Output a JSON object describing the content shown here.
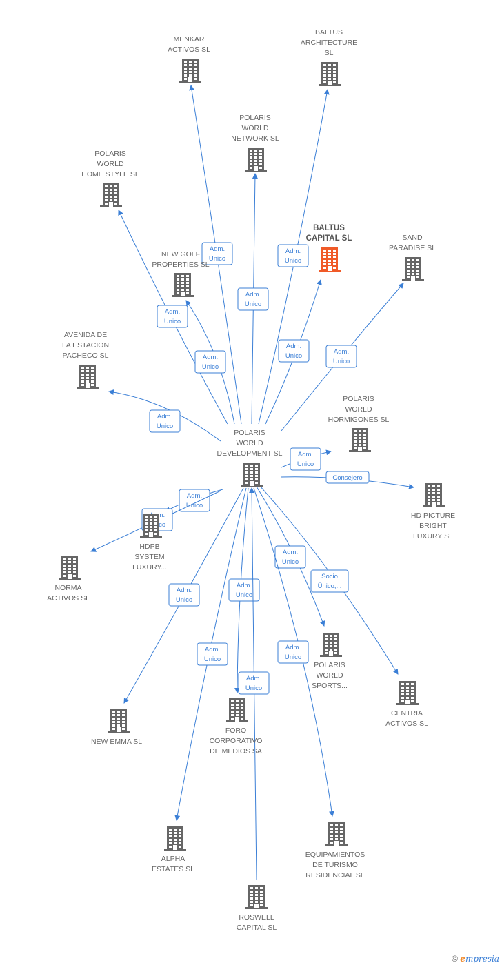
{
  "colors": {
    "accent": "#3b7fd6",
    "node": "#666666",
    "highlight": "#f05a28"
  },
  "nodes": [
    {
      "id": "center",
      "label": [
        "POLARIS",
        "WORLD",
        "DEVELOPMENT SL"
      ],
      "icon": "building-icon"
    },
    {
      "id": "menkar",
      "label": [
        "MENKAR",
        "ACTIVOS  SL"
      ],
      "icon": "building-icon"
    },
    {
      "id": "baltus_arch",
      "label": [
        "BALTUS",
        "ARCHITECTURE",
        "SL"
      ],
      "icon": "building-icon"
    },
    {
      "id": "pw_network",
      "label": [
        "POLARIS",
        "WORLD",
        "NETWORK SL"
      ],
      "icon": "building-icon"
    },
    {
      "id": "pw_homestyle",
      "label": [
        "POLARIS",
        "WORLD",
        "HOME STYLE SL"
      ],
      "icon": "building-icon"
    },
    {
      "id": "baltus_capital",
      "label": [
        "BALTUS",
        "CAPITAL  SL"
      ],
      "icon": "building-icon",
      "highlight": true
    },
    {
      "id": "sand_paradise",
      "label": [
        "SAND",
        "PARADISE SL"
      ],
      "icon": "building-icon"
    },
    {
      "id": "new_golf",
      "label": [
        "NEW GOLF",
        "PROPERTIES SL"
      ],
      "icon": "building-icon"
    },
    {
      "id": "avenida",
      "label": [
        "AVENIDA DE",
        "LA ESTACION",
        "PACHECO SL"
      ],
      "icon": "building-icon"
    },
    {
      "id": "pw_hormigones",
      "label": [
        "POLARIS",
        "WORLD",
        "HORMIGONES SL"
      ],
      "icon": "building-icon"
    },
    {
      "id": "hd_picture",
      "label": [
        "HD PICTURE",
        "BRIGHT",
        "LUXURY SL"
      ],
      "icon": "building-icon"
    },
    {
      "id": "hdpb",
      "label": [
        "HDPB",
        "SYSTEM",
        "LUXURY..."
      ],
      "icon": "building-icon"
    },
    {
      "id": "norma",
      "label": [
        "NORMA",
        "ACTIVOS  SL"
      ],
      "icon": "building-icon"
    },
    {
      "id": "pw_sports",
      "label": [
        "POLARIS",
        "WORLD",
        "SPORTS..."
      ],
      "icon": "building-icon"
    },
    {
      "id": "centria",
      "label": [
        "CENTRIA",
        "ACTIVOS  SL"
      ],
      "icon": "building-icon"
    },
    {
      "id": "new_emma",
      "label": [
        "NEW EMMA SL"
      ],
      "icon": "building-icon"
    },
    {
      "id": "foro",
      "label": [
        "FORO",
        "CORPORATIVO",
        "DE MEDIOS SA"
      ],
      "icon": "building-icon"
    },
    {
      "id": "alpha",
      "label": [
        "ALPHA",
        "ESTATES  SL"
      ],
      "icon": "building-icon"
    },
    {
      "id": "equipamientos",
      "label": [
        "EQUIPAMIENTOS",
        "DE TURISMO",
        "RESIDENCIAL SL"
      ],
      "icon": "building-icon"
    },
    {
      "id": "roswell",
      "label": [
        "ROSWELL",
        "CAPITAL  SL"
      ],
      "icon": "building-icon"
    }
  ],
  "edges": [
    {
      "from": "center",
      "to": "menkar",
      "label": [
        "Adm.",
        "Unico"
      ]
    },
    {
      "from": "center",
      "to": "baltus_arch",
      "label": [
        "Adm.",
        "Unico"
      ]
    },
    {
      "from": "center",
      "to": "pw_network",
      "label": [
        "Adm.",
        "Unico"
      ]
    },
    {
      "from": "center",
      "to": "pw_homestyle",
      "label": [
        "Adm.",
        "Unico"
      ]
    },
    {
      "from": "center",
      "to": "baltus_capital",
      "label": [
        "Adm.",
        "Unico"
      ]
    },
    {
      "from": "center",
      "to": "sand_paradise",
      "label": [
        "Adm.",
        "Unico"
      ]
    },
    {
      "from": "center",
      "to": "new_golf",
      "label": [
        "Adm.",
        "Unico"
      ]
    },
    {
      "from": "center",
      "to": "avenida",
      "label": [
        "Adm.",
        "Unico"
      ]
    },
    {
      "from": "center",
      "to": "pw_hormigones",
      "label": [
        "Adm.",
        "Unico"
      ]
    },
    {
      "from": "center",
      "to": "hd_picture",
      "label": [
        "Consejero"
      ]
    },
    {
      "from": "center",
      "to": "hdpb",
      "label": [
        "Adm.",
        "Unico"
      ]
    },
    {
      "from": "center",
      "to": "norma",
      "label": [
        "Adm.",
        "Unico"
      ]
    },
    {
      "from": "center",
      "to": "pw_sports",
      "label": [
        "Adm.",
        "Unico"
      ]
    },
    {
      "from": "center",
      "to": "centria",
      "label": [
        "Socio",
        "Único,..."
      ]
    },
    {
      "from": "center",
      "to": "new_emma",
      "label": [
        "Adm.",
        "Unico"
      ]
    },
    {
      "from": "center",
      "to": "foro",
      "label": [
        "Adm.",
        "Unico"
      ]
    },
    {
      "from": "center",
      "to": "alpha",
      "label": [
        "Adm.",
        "Unico"
      ]
    },
    {
      "from": "center",
      "to": "equipamientos",
      "label": [
        "Adm.",
        "Unico"
      ]
    },
    {
      "from": "roswell",
      "to": "center",
      "label": [
        "Adm.",
        "Unico"
      ]
    }
  ],
  "footer": {
    "copyright": "©",
    "brand_e": "e",
    "brand_rest": "mpresia"
  }
}
